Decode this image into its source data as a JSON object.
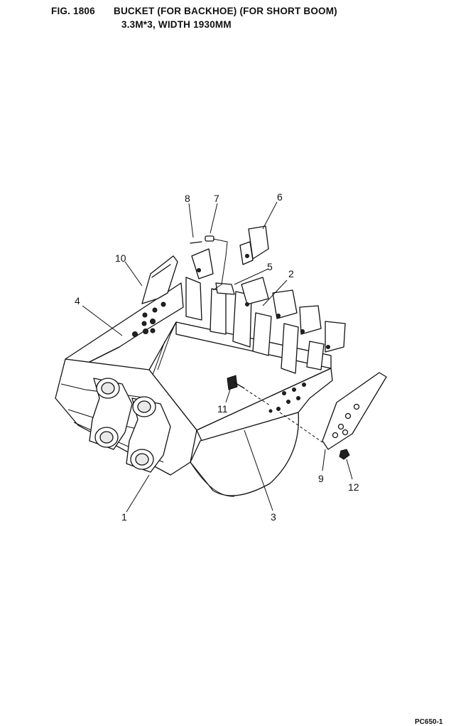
{
  "header": {
    "fig_no": "FIG. 1806",
    "title": "BUCKET (FOR BACKHOE) (FOR SHORT BOOM)",
    "subtitle": "3.3M*3, WIDTH 1930MM"
  },
  "footer": {
    "code": "PC650-1"
  },
  "callouts": [
    "1",
    "2",
    "3",
    "4",
    "5",
    "6",
    "7",
    "8",
    "9",
    "10",
    "11",
    "12"
  ]
}
